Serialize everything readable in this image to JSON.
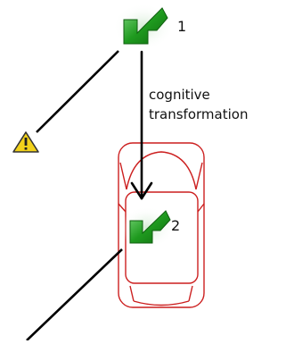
{
  "labels": {
    "marker_top": "1",
    "marker_bottom": "2",
    "transformation_line1": "cognitive",
    "transformation_line2": "transformation"
  },
  "colors": {
    "arrow_green": "#1f9a1f",
    "arrow_highlight": "#8fe08f",
    "car_outline": "#cc1f1f",
    "line": "#000000",
    "warning_fill": "#f2d21b",
    "warning_edge": "#333333"
  },
  "icons": {
    "marker": "green-diagonal-arrow-icon",
    "warning": "warning-triangle-icon",
    "vehicle": "car-top-view-icon"
  }
}
